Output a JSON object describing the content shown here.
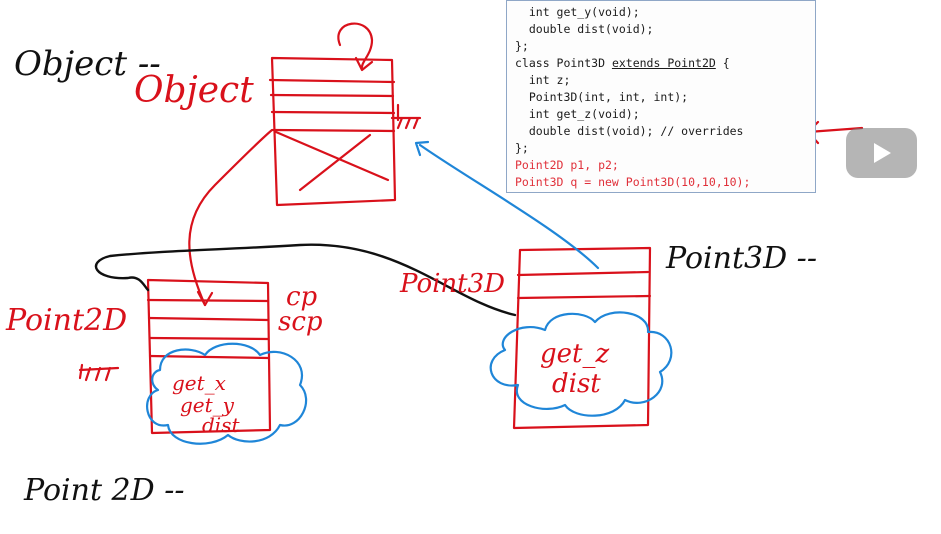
{
  "code": {
    "lines": [
      {
        "indent": "  ",
        "text": "int get_y(void);",
        "red": false
      },
      {
        "indent": "  ",
        "text": "double dist(void);",
        "red": false
      },
      {
        "indent": "",
        "text": "};",
        "red": false
      },
      {
        "indent": "",
        "text": "class Point3D extends Point2D {",
        "red": false,
        "underline": "extends Point2D"
      },
      {
        "indent": "  ",
        "text": "int z;",
        "red": false
      },
      {
        "indent": "  ",
        "text": "Point3D(int, int, int);",
        "red": false
      },
      {
        "indent": "  ",
        "text": "int get_z(void);",
        "red": false
      },
      {
        "indent": "  ",
        "text": "double dist(void); // overrides",
        "red": false
      },
      {
        "indent": "",
        "text": "};",
        "red": false
      },
      {
        "indent": "",
        "text": "Point2D p1, p2;",
        "red": true
      },
      {
        "indent": "",
        "text": "Point3D q = new Point3D(10,10,10);",
        "red": true
      }
    ]
  },
  "annotations": {
    "object_label_black": "Object --",
    "object_label_red": "Object",
    "point3d_label_black": "Point3D --",
    "point3d_label_red": "Point3D",
    "point2d_label_black": "Point 2D --",
    "point2d_label_red": "Point2D",
    "cp": "cp",
    "scp": "scp",
    "get_x": "get_x",
    "get_y": "get_y",
    "dist_2d": "dist",
    "get_z": "get_z",
    "dist_3d": "dist"
  },
  "colors": {
    "red_ink": "#d9111b",
    "blue_ink": "#1f86d8",
    "black_ink": "#111111",
    "code_red": "#e0303a"
  },
  "icons": {
    "play": "play-icon"
  }
}
